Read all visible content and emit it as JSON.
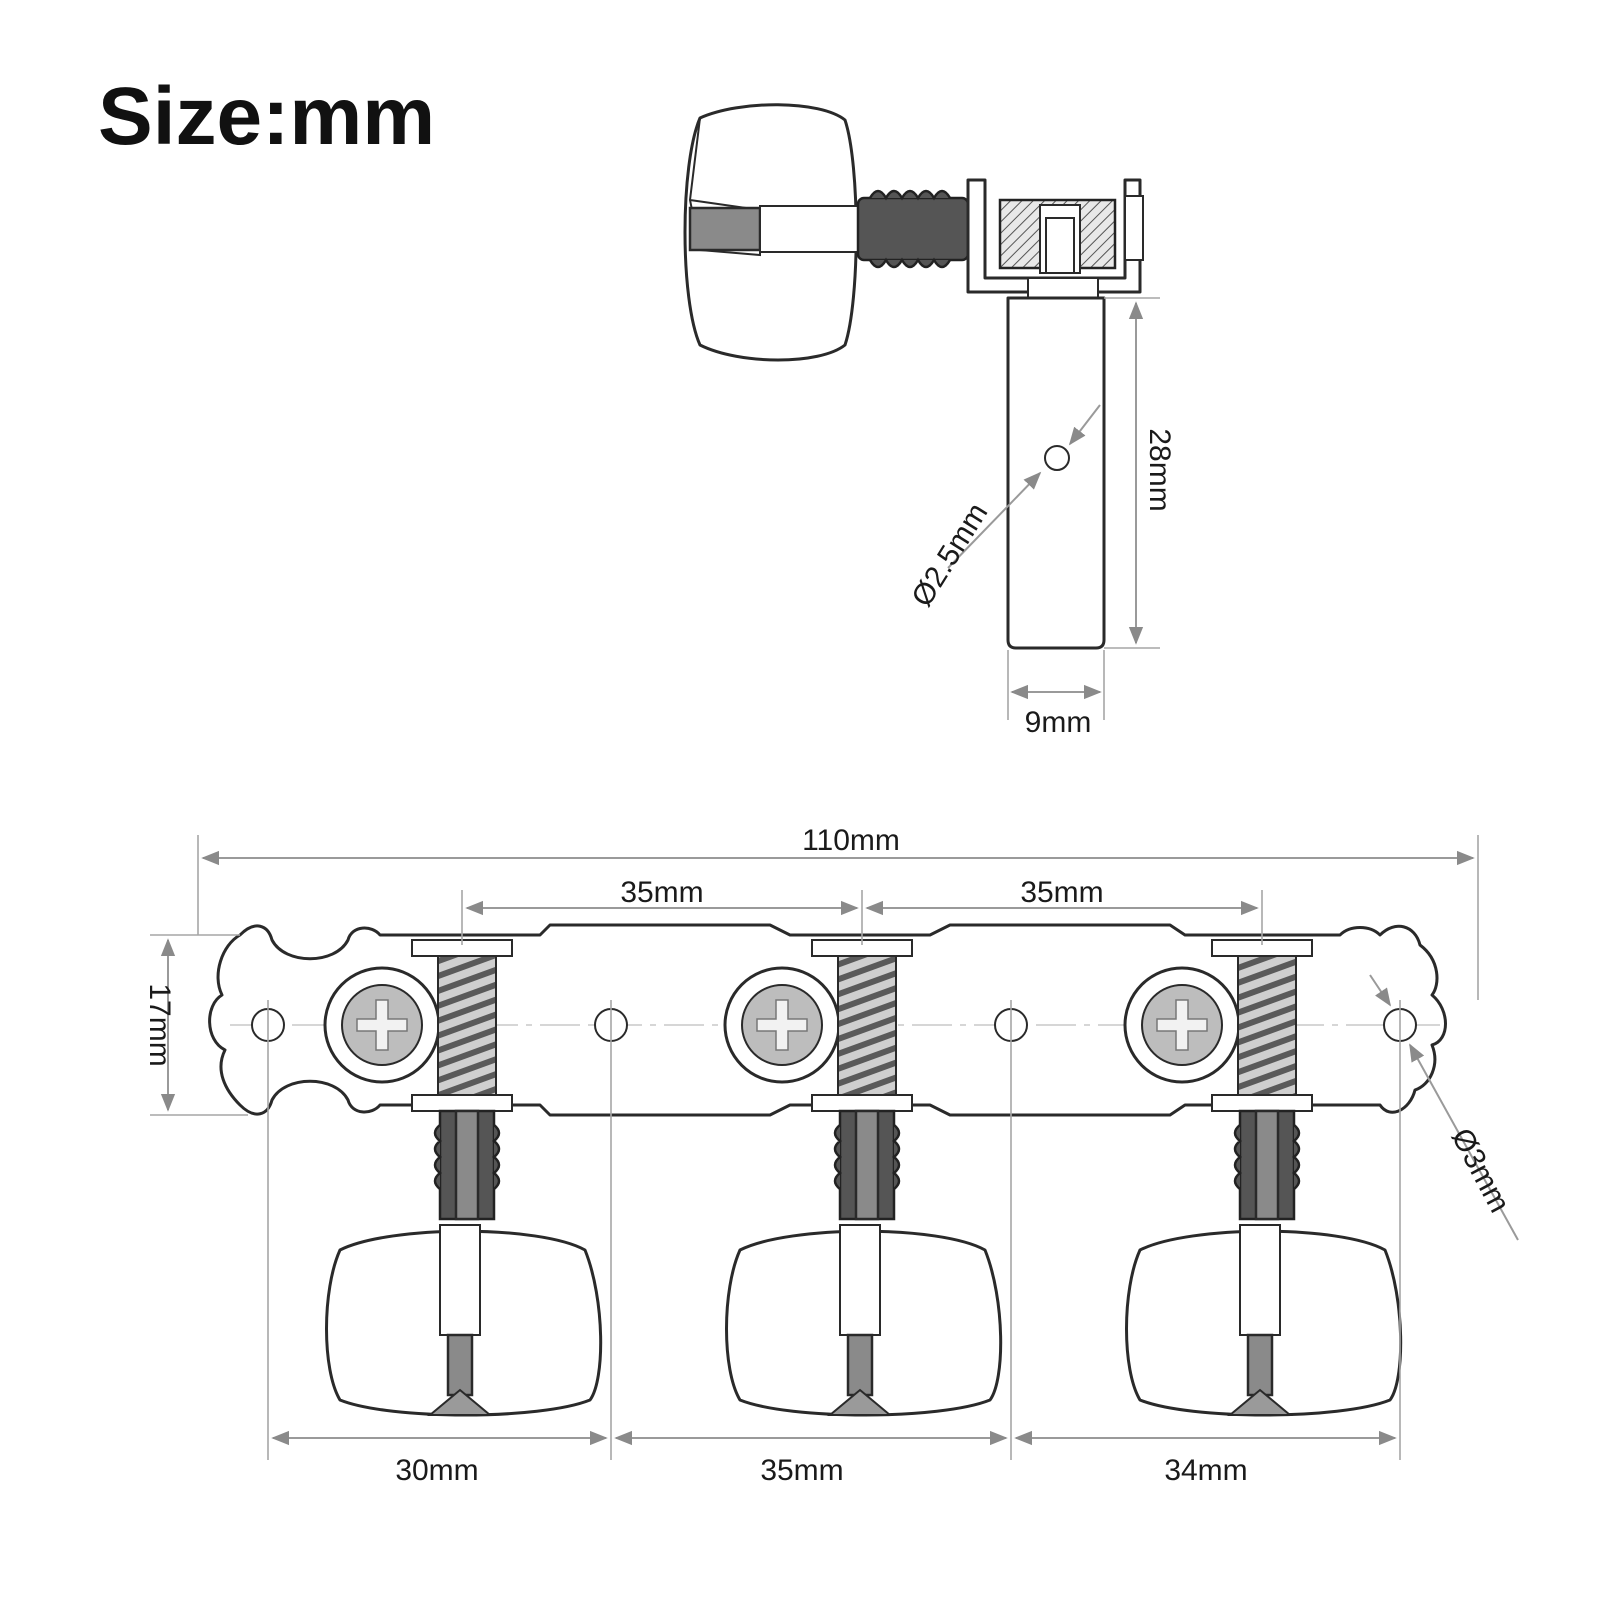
{
  "header": {
    "title": "Size:mm"
  },
  "side_view": {
    "hole_diameter_label": "Ø2.5mm",
    "height_label": "28mm",
    "width_label": "9mm"
  },
  "front_view": {
    "total_length_label": "110mm",
    "post_spacing_left_label": "35mm",
    "post_spacing_right_label": "35mm",
    "plate_height_label": "17mm",
    "mount_hole_diameter_label": "Ø3mm",
    "hole_spacing_1_label": "30mm",
    "hole_spacing_2_label": "35mm",
    "hole_spacing_3_label": "34mm"
  },
  "colors": {
    "line": "#2a2a2a",
    "dimension": "#9a9a9a",
    "text": "#1a1a1a",
    "metal": "#8a8a8a"
  }
}
